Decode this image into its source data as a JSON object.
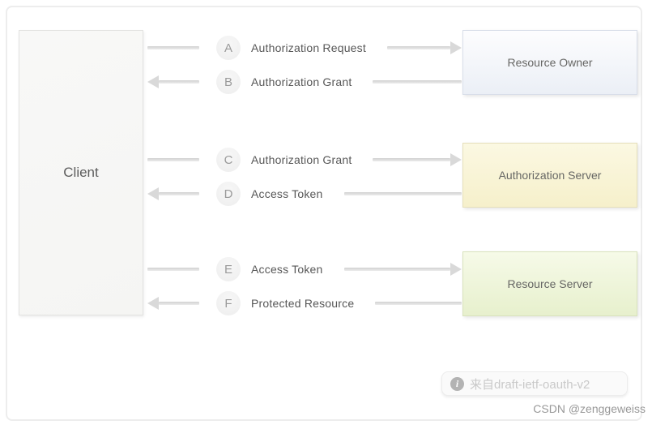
{
  "client": {
    "label": "Client"
  },
  "entities": [
    {
      "name": "Resource Owner"
    },
    {
      "name": "Authorization Server"
    },
    {
      "name": "Resource Server"
    }
  ],
  "flows": [
    {
      "step": "A",
      "label": "Authorization Request",
      "direction": "client-to-entity",
      "target": "Resource Owner"
    },
    {
      "step": "B",
      "label": "Authorization Grant",
      "direction": "entity-to-client",
      "source": "Resource Owner"
    },
    {
      "step": "C",
      "label": "Authorization Grant",
      "direction": "client-to-entity",
      "target": "Authorization Server"
    },
    {
      "step": "D",
      "label": "Access Token",
      "direction": "entity-to-client",
      "source": "Authorization Server"
    },
    {
      "step": "E",
      "label": "Access Token",
      "direction": "client-to-entity",
      "target": "Resource Server"
    },
    {
      "step": "F",
      "label": "Protected Resource",
      "direction": "entity-to-client",
      "source": "Resource Server"
    }
  ],
  "source_badge": {
    "icon": "info-icon",
    "text": "来自draft-ietf-oauth-v2"
  },
  "watermark": "CSDN @zenggeweiss",
  "colors": {
    "client_fill": "#f6f6f5",
    "resource_owner_fill": "#ebeff6",
    "authorization_server_fill": "#f6f0cb",
    "resource_server_fill": "#e7f0cd",
    "arrow": "#d9d9d9",
    "label_text": "#575757",
    "badge_text": "#c9c9c9",
    "watermark_text": "#999999"
  }
}
